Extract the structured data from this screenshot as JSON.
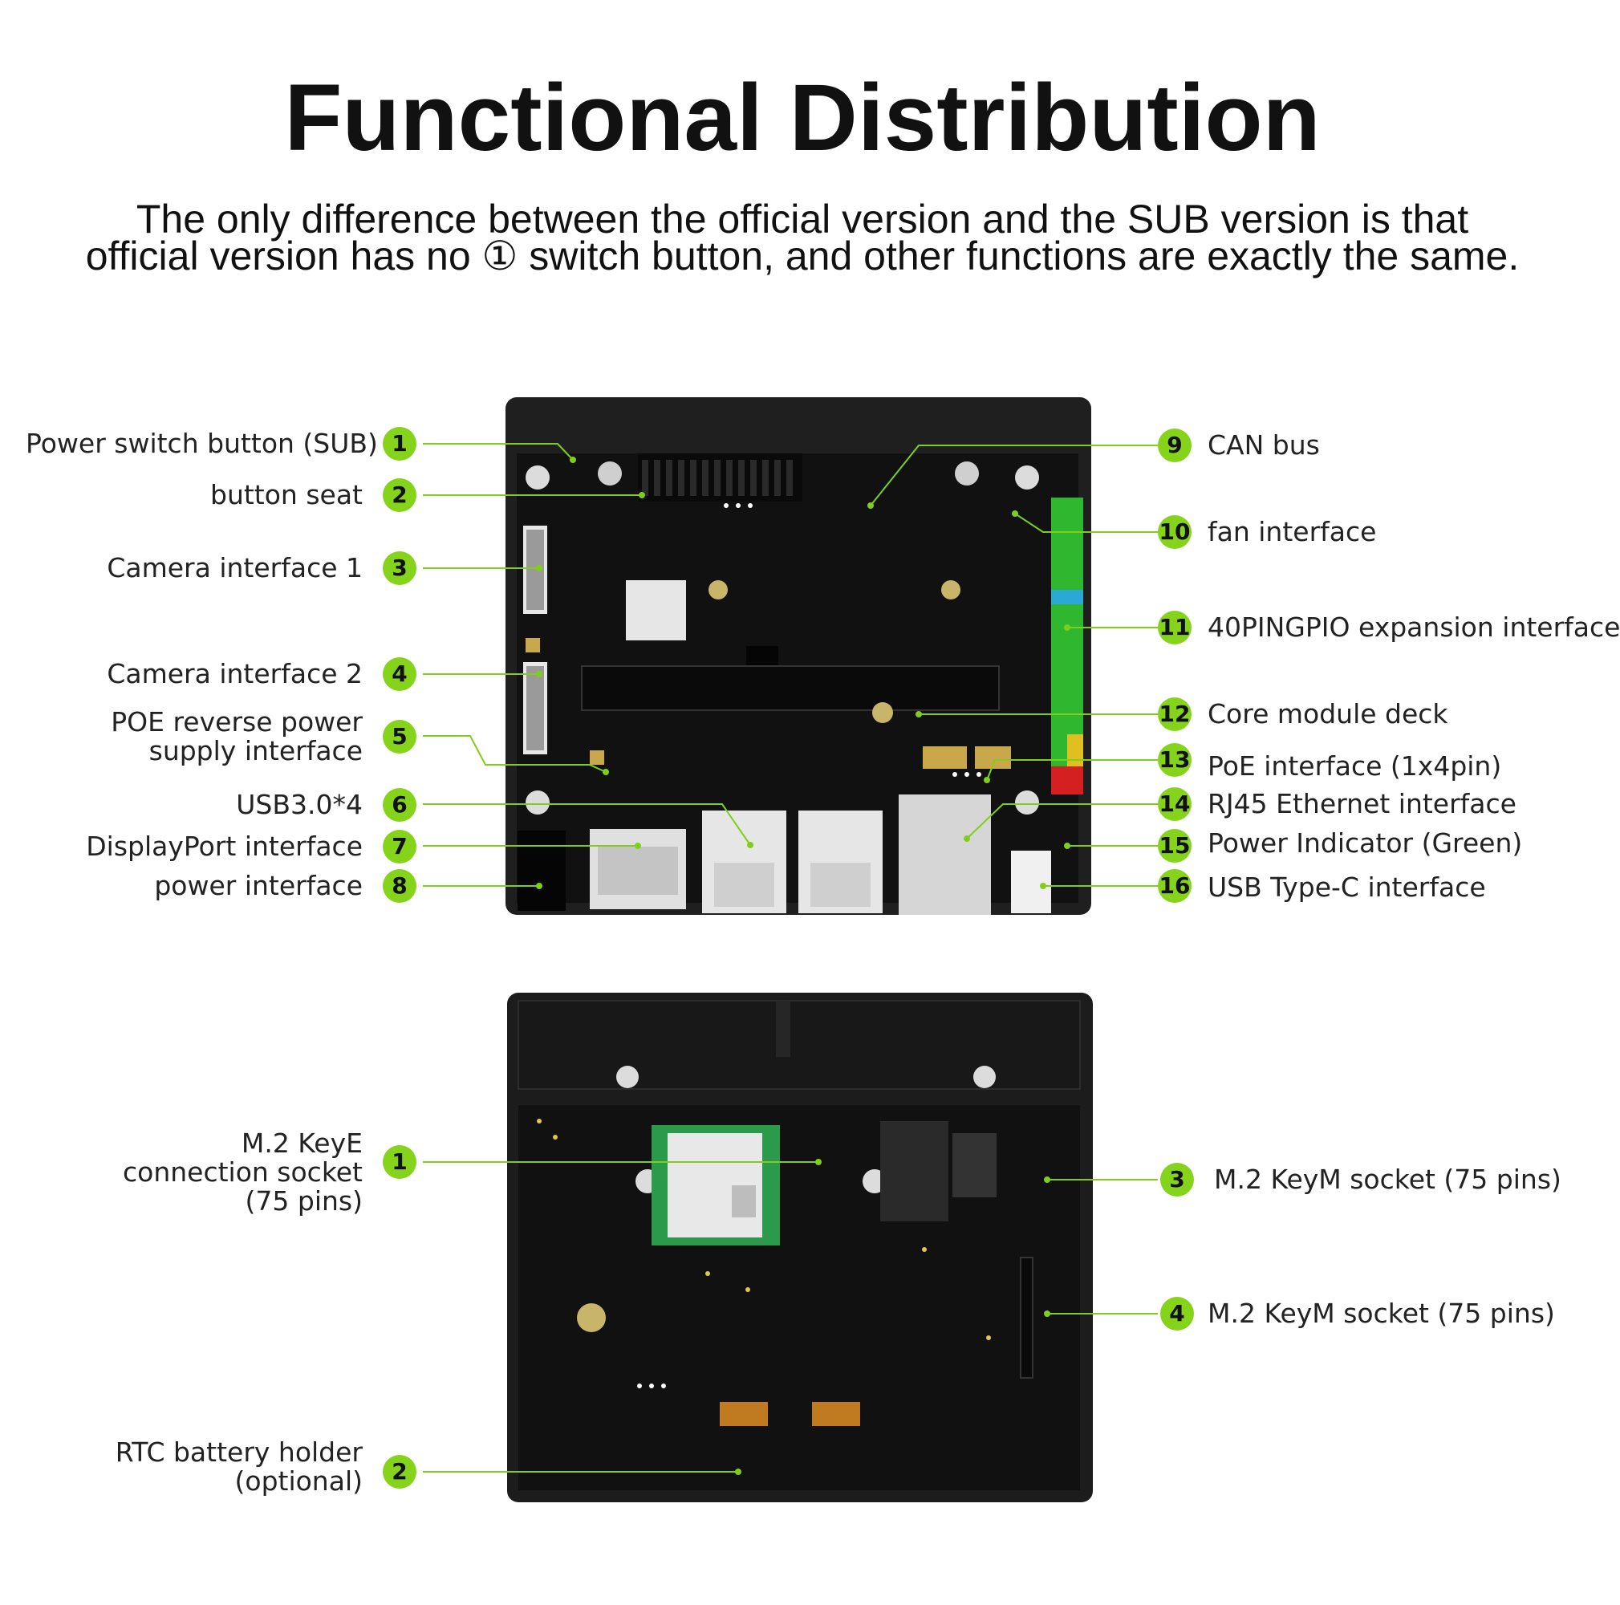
{
  "title": "Functional Distribution",
  "subtitle": {
    "line1": "The only difference between the official version and the SUB version is that",
    "line2": "official version has no ① switch button, and other functions are exactly the same."
  },
  "colors": {
    "accent": "#86d31c",
    "board": "#1f1f1f",
    "pcb": "#121212",
    "line": "#7fcf1a",
    "text": "#222222"
  },
  "top_view": {
    "left_callouts": [
      {
        "num": "1",
        "label": "Power switch button (SUB)"
      },
      {
        "num": "2",
        "label": "button seat"
      },
      {
        "num": "3",
        "label": "Camera interface 1"
      },
      {
        "num": "4",
        "label": "Camera interface 2"
      },
      {
        "num": "5",
        "label": "POE reverse power supply interface"
      },
      {
        "num": "6",
        "label": "USB3.0*4"
      },
      {
        "num": "7",
        "label": "DisplayPort interface"
      },
      {
        "num": "8",
        "label": "power interface"
      }
    ],
    "right_callouts": [
      {
        "num": "9",
        "label": "CAN bus"
      },
      {
        "num": "10",
        "label": "fan interface"
      },
      {
        "num": "11",
        "label": "40PINGPIO expansion interface"
      },
      {
        "num": "12",
        "label": "Core module deck"
      },
      {
        "num": "13",
        "label": "PoE interface (1x4pin)"
      },
      {
        "num": "14",
        "label": "RJ45 Ethernet interface"
      },
      {
        "num": "15",
        "label": "Power Indicator (Green)"
      },
      {
        "num": "16",
        "label": "USB Type-C interface"
      }
    ]
  },
  "bottom_view": {
    "left_callouts": [
      {
        "num": "1",
        "label": "M.2 KeyE connection socket (75 pins)"
      },
      {
        "num": "2",
        "label": "RTC battery holder (optional)"
      }
    ],
    "right_callouts": [
      {
        "num": "3",
        "label": "M.2 KeyM socket (75 pins)"
      },
      {
        "num": "4",
        "label": "M.2 KeyM socket (75 pins)"
      }
    ]
  }
}
